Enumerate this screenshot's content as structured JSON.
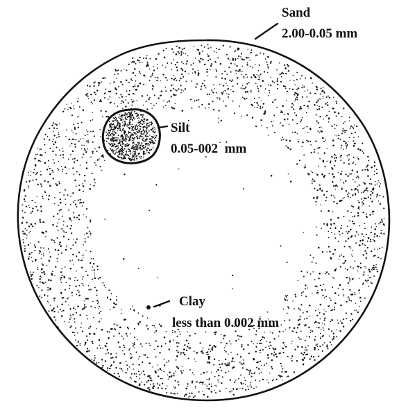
{
  "sand": {
    "name": "Sand",
    "size_range": "2.00-0.05 mm"
  },
  "silt": {
    "name": "Silt",
    "size_range": "0.05-002  mm"
  },
  "clay": {
    "name": "Clay",
    "size_range": "less than 0.002 mm"
  },
  "colors": {
    "ink": "#111111",
    "background": "#ffffff"
  }
}
